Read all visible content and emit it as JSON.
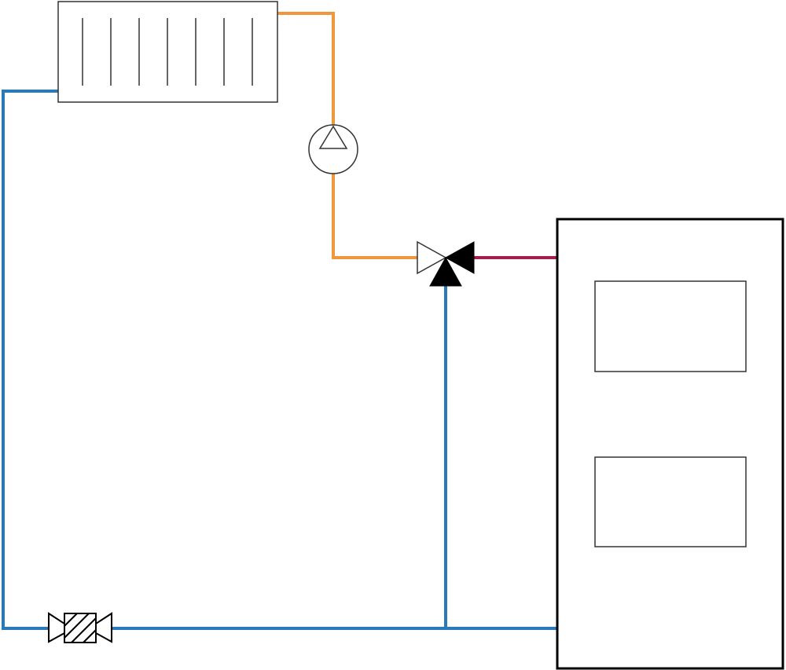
{
  "diagram": {
    "components": [
      {
        "id": "radiator",
        "icon": "radiator-icon"
      },
      {
        "id": "circulation-pump",
        "icon": "pump-icon"
      },
      {
        "id": "three-way-mixing-valve",
        "icon": "three-way-valve-icon"
      },
      {
        "id": "filter",
        "icon": "strainer-filter-icon"
      },
      {
        "id": "boiler",
        "icon": "boiler-icon"
      }
    ],
    "colors": {
      "return_pipe": "#2a7ab9",
      "supply_pipe": "#f0963c",
      "boiler_flow_pipe": "#a31e4d",
      "outline": "#000000",
      "component_stroke": "#333333"
    }
  }
}
